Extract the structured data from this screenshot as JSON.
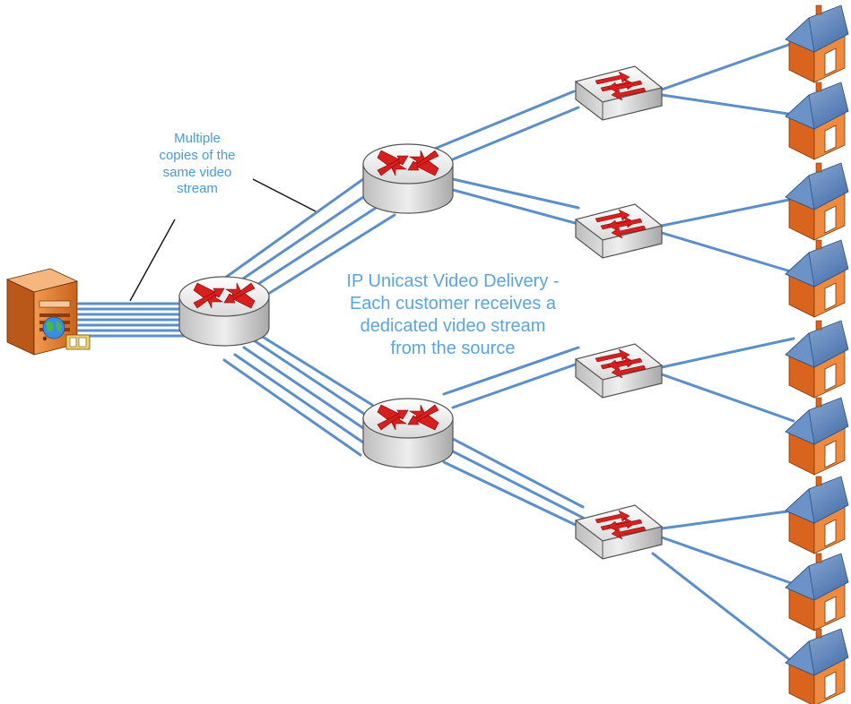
{
  "callout": {
    "lines": [
      "Multiple",
      "copies of the",
      "same video",
      "stream"
    ]
  },
  "title": {
    "lines": [
      "IP Unicast Video Delivery -",
      "Each customer receives a",
      "dedicated video stream",
      "from the source"
    ]
  },
  "icons": {
    "server": "video-server-icon",
    "router": "router-icon",
    "switch": "switch-icon",
    "house": "house-icon"
  },
  "colors": {
    "link": "#5b8fc9",
    "label": "#4a9bd6",
    "arrow": "#d61f1f",
    "house_wall": "#e8772e",
    "house_roof": "#5f88c0",
    "server_body": "#e07a2e"
  }
}
